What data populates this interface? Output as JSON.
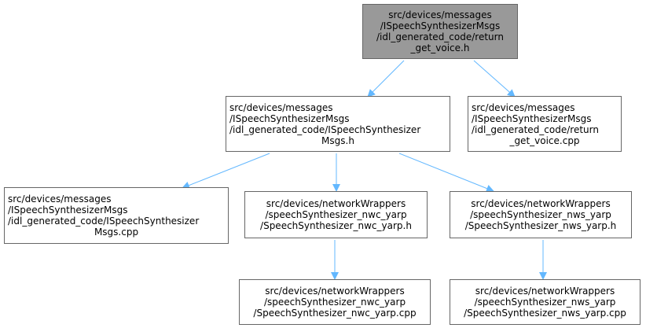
{
  "colors": {
    "edge": "#63b8ff",
    "node_border": "#666666",
    "root_fill": "#999999",
    "node_fill": "#ffffff"
  },
  "nodes": {
    "return_get_voice_h": {
      "lines": [
        "src/devices/messages",
        "/ISpeechSynthesizerMsgs",
        "/idl_generated_code/return",
        "_get_voice.h"
      ]
    },
    "ispeechsynthesizer_msgs_h": {
      "lines": [
        "src/devices/messages",
        "/ISpeechSynthesizerMsgs",
        "/idl_generated_code/ISpeechSynthesizer",
        "Msgs.h"
      ]
    },
    "return_get_voice_cpp": {
      "lines": [
        "src/devices/messages",
        "/ISpeechSynthesizerMsgs",
        "/idl_generated_code/return",
        "_get_voice.cpp"
      ]
    },
    "ispeechsynthesizer_msgs_cpp": {
      "lines": [
        "src/devices/messages",
        "/ISpeechSynthesizerMsgs",
        "/idl_generated_code/ISpeechSynthesizer",
        "Msgs.cpp"
      ]
    },
    "nwc_yarp_h": {
      "lines": [
        "src/devices/networkWrappers",
        "/speechSynthesizer_nwc_yarp",
        "/SpeechSynthesizer_nwc_yarp.h"
      ]
    },
    "nws_yarp_h": {
      "lines": [
        "src/devices/networkWrappers",
        "/speechSynthesizer_nws_yarp",
        "/SpeechSynthesizer_nws_yarp.h"
      ]
    },
    "nwc_yarp_cpp": {
      "lines": [
        "src/devices/networkWrappers",
        "/speechSynthesizer_nwc_yarp",
        "/SpeechSynthesizer_nwc_yarp.cpp"
      ]
    },
    "nws_yarp_cpp": {
      "lines": [
        "src/devices/networkWrappers",
        "/speechSynthesizer_nws_yarp",
        "/SpeechSynthesizer_nws_yarp.cpp"
      ]
    }
  }
}
